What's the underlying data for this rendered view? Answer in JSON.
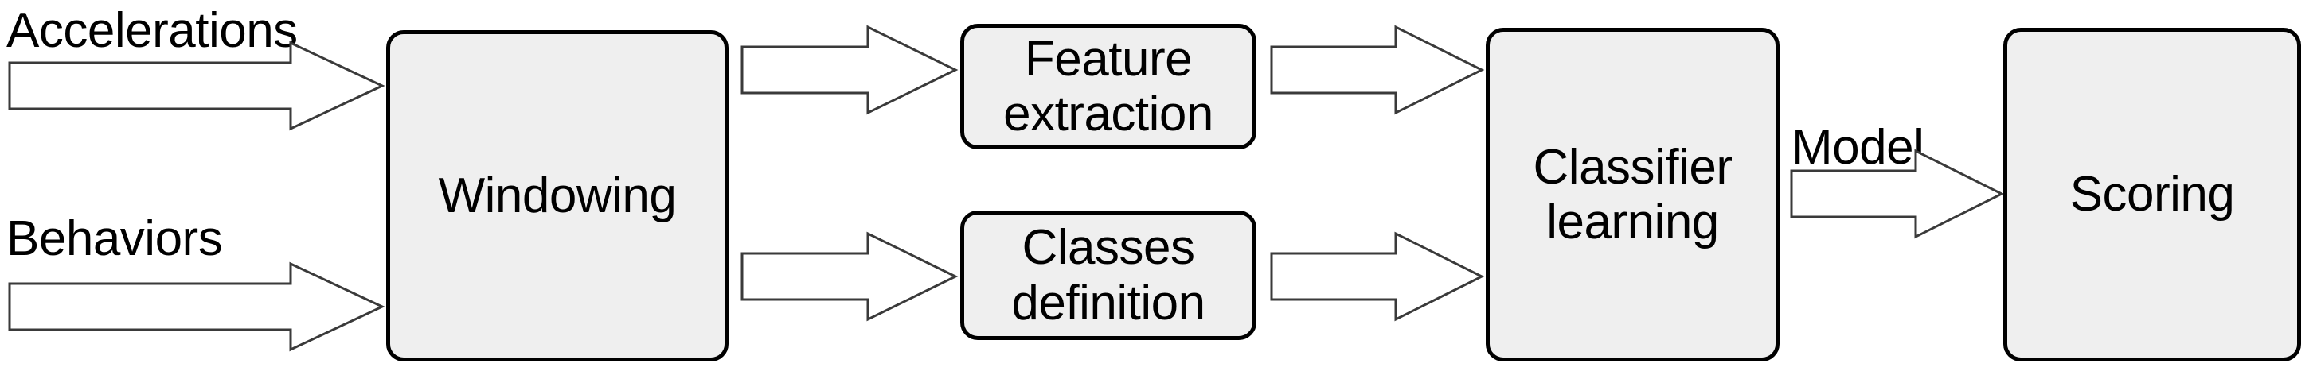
{
  "diagram": {
    "title": "Activity recognition processing pipeline",
    "background_color": "#ffffff",
    "box_fill_color": "#efefef",
    "box_border_color": "#000000",
    "arrow_fill_color": "#ffffff",
    "arrow_outline_color": "#3a3a3a",
    "text_color": "#000000",
    "nodes": [
      {
        "id": "windowing",
        "label": "Windowing"
      },
      {
        "id": "feature_extraction",
        "label": "Feature\nextraction"
      },
      {
        "id": "classes_definition",
        "label": "Classes\ndefinition"
      },
      {
        "id": "classifier_learning",
        "label": "Classifier\nlearning"
      },
      {
        "id": "scoring",
        "label": "Scoring"
      }
    ],
    "edge_labels": [
      {
        "id": "accelerations",
        "label": "Accelerations"
      },
      {
        "id": "behaviors",
        "label": "Behaviors"
      },
      {
        "id": "model",
        "label": "Model"
      }
    ],
    "edges": [
      {
        "id": "accelerations-to-windowing",
        "label": "Accelerations",
        "from": "input",
        "to": "windowing"
      },
      {
        "id": "behaviors-to-windowing",
        "label": "Behaviors",
        "from": "input",
        "to": "windowing"
      },
      {
        "id": "windowing-to-feature-extraction",
        "label": "",
        "from": "windowing",
        "to": "feature_extraction"
      },
      {
        "id": "windowing-to-classes-definition",
        "label": "",
        "from": "windowing",
        "to": "classes_definition"
      },
      {
        "id": "feature-extraction-to-classifier",
        "label": "",
        "from": "feature_extraction",
        "to": "classifier_learning"
      },
      {
        "id": "classes-definition-to-classifier",
        "label": "",
        "from": "classes_definition",
        "to": "classifier_learning"
      },
      {
        "id": "classifier-to-scoring",
        "label": "Model",
        "from": "classifier_learning",
        "to": "scoring"
      }
    ]
  }
}
